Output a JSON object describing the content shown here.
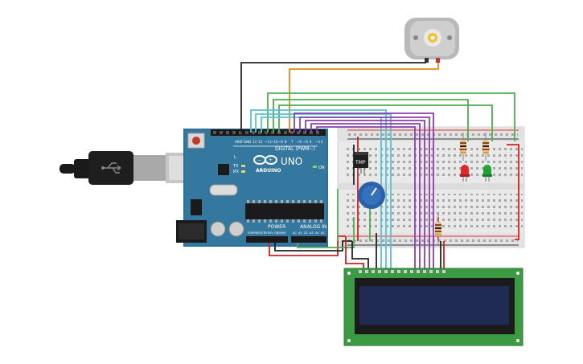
{
  "arduino": {
    "brand": "ARDUINO",
    "model": "UNO",
    "digital_label": "DIGITAL (PWM~)",
    "power_label": "POWER",
    "analog_label": "ANALOG IN",
    "on_label": "ON",
    "tx_label": "TX",
    "rx_label": "RX",
    "l_label": "L"
  },
  "sensor": {
    "label": "TMP"
  },
  "colors": {
    "board": "#2f6f97",
    "breadboard": "#e9e9e9",
    "lcd_pcb": "#3d9a44",
    "lcd_screen": "#1f2b52",
    "wire_purple": "#8b3fae",
    "wire_cyan": "#56c3d4",
    "wire_green": "#4caf50",
    "wire_orange": "#e68a1a",
    "wire_black": "#222222",
    "wire_red": "#d42020",
    "led_red": "#e02626",
    "led_green": "#22a233",
    "pot": "#2a61a8"
  },
  "components": [
    "usb-cable",
    "arduino-uno",
    "breadboard",
    "dc-motor",
    "tmp-sensor",
    "potentiometer",
    "led-red",
    "led-green",
    "resistor",
    "lcd-16x2"
  ]
}
